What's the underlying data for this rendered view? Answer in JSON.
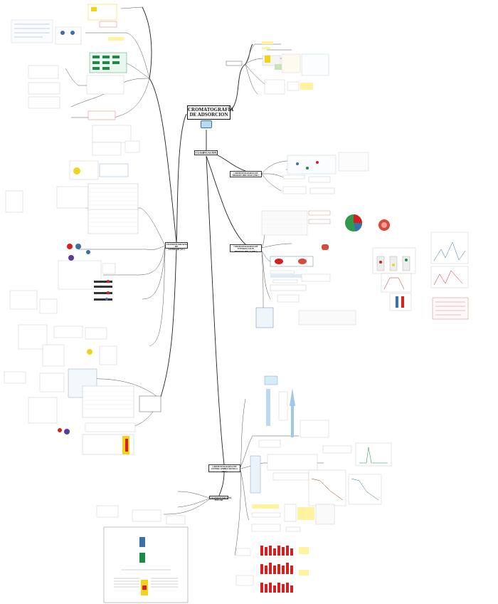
{
  "mindmap": {
    "title": "CROMATOGRAFÍA\nDE ADSORCION",
    "branches": {
      "clasificacion": "CLASIFICACION",
      "afinidad": "CROMATOGRAFIA DE\nAFINIDAD (AC)",
      "hidrofobicidad": "CROMATOGRAFIA DE\nHIDROFOBICIDAD (HIC)",
      "interaccion_hidrofobica": "CROMATOGRAFIA DE\nINTERACCION\nHIDROFOBICA (HIC)",
      "intercambio_ionico": "CROMATOGRAFIA DE\nINTERCAMBIO IONICO\n(IEC)",
      "polar": "CROMATOGRAFIA POLAR"
    }
  },
  "colors": {
    "connector": "#222222",
    "thin_line": "#555555",
    "accent_red": "#d62020",
    "accent_blue": "#3c6fa8",
    "accent_green": "#1e8a4a",
    "accent_yellow": "#f2d21b",
    "highlight_yellow": "#fff3a0",
    "title_icon_fill": "#bcd9f2"
  },
  "icons": {
    "title": "chromatography-column-icon"
  }
}
